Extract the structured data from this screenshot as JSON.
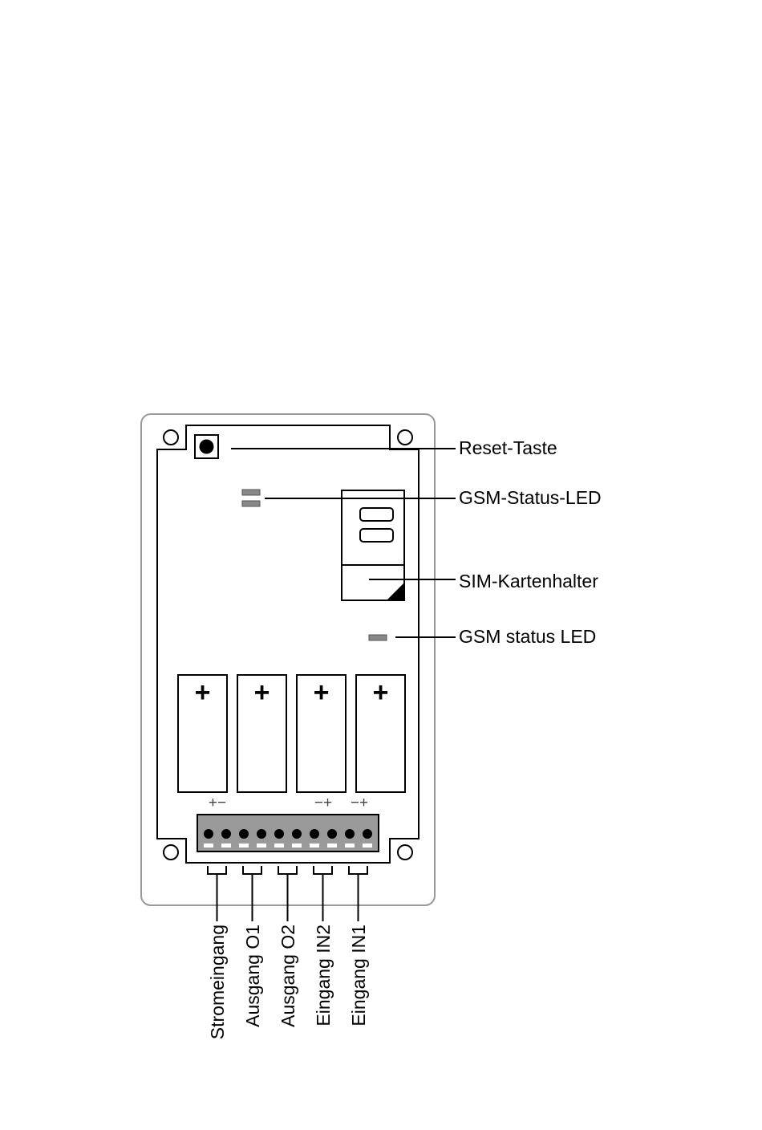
{
  "callouts": {
    "reset": "Reset-Taste",
    "gsm_status_led_de": "GSM-Status-LED",
    "sim_holder": "SIM-Kartenhalter",
    "gsm_status_led_en": "GSM status LED"
  },
  "relays": [
    {
      "sign": "+"
    },
    {
      "sign": "+"
    },
    {
      "sign": "+"
    },
    {
      "sign": "+"
    }
  ],
  "polarity": {
    "power": "+−",
    "in2": "−+",
    "in1": "−+"
  },
  "terminals": [
    {
      "label": "Stromeingang"
    },
    {
      "label": "Ausgang O1"
    },
    {
      "label": "Ausgang O2"
    },
    {
      "label": "Eingang IN2"
    },
    {
      "label": "Eingang IN1"
    }
  ],
  "colors": {
    "enclosure": "#999999",
    "terminal_block": "#9a9a9a",
    "led": "#888888",
    "line": "#000000"
  }
}
